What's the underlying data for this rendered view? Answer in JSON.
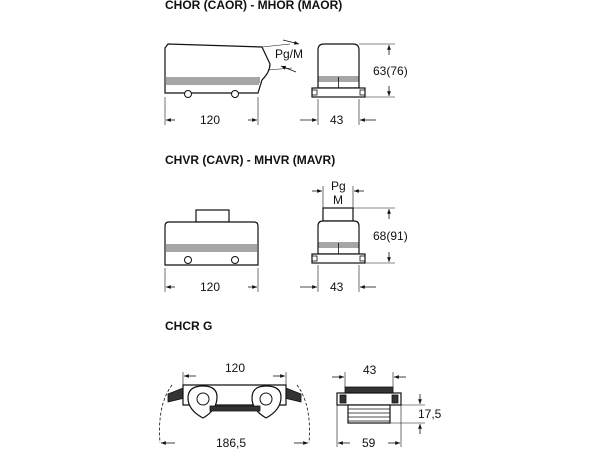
{
  "sections": [
    {
      "title": "CHOR (CAOR) - MHOR (MAOR)",
      "dims": {
        "width": "120",
        "depth": "43",
        "height": "63(76)",
        "thread": "Pg/M"
      }
    },
    {
      "title": "CHVR (CAVR) - MHVR (MAVR)",
      "dims": {
        "width": "120",
        "depth": "43",
        "height": "68(91)",
        "thread_top": "Pg",
        "thread_bottom": "M"
      }
    },
    {
      "title": "CHCR G",
      "dims": {
        "inner_width": "120",
        "outer_width": "186,5",
        "depth_top": "43",
        "depth_bottom": "59",
        "height": "17,5"
      }
    }
  ],
  "colors": {
    "ink": "#111111",
    "background": "#ffffff"
  }
}
